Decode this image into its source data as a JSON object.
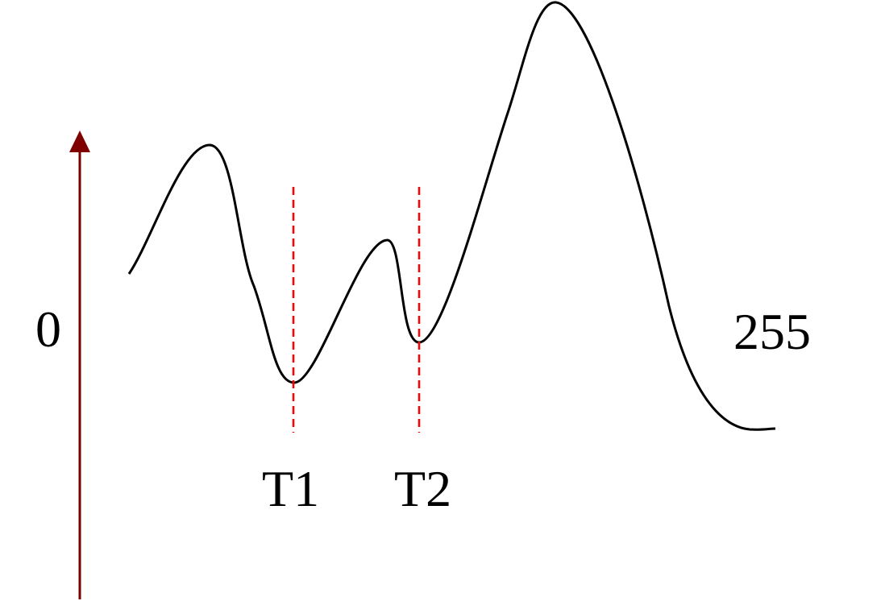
{
  "labels": {
    "origin": "0",
    "max": "255",
    "threshold_1": "T1",
    "threshold_2": "T2"
  },
  "colors": {
    "axis": "#7f0000",
    "curve": "#000000",
    "threshold_line": "#ff0000",
    "text": "#000000"
  }
}
